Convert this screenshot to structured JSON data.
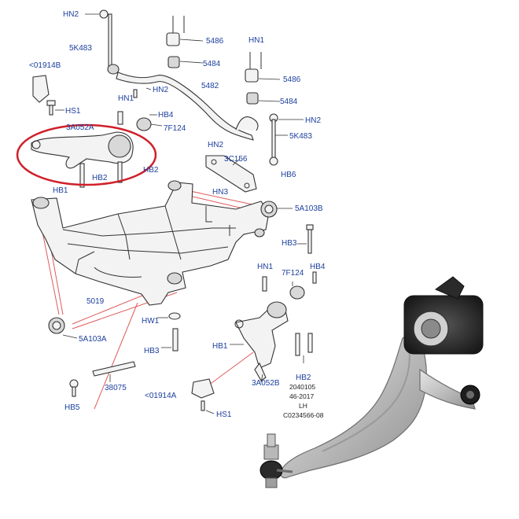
{
  "labels": {
    "hn2_top": "HN2",
    "sk483_l": "5K483",
    "p01914b": "<01914B",
    "hs1_l": "HS1",
    "hn1_a": "HN1",
    "hb4_a": "HB4",
    "f124_a": "7F124",
    "hn2_mid": "HN2",
    "a052a": "3A052A",
    "hb2_a": "HB2",
    "hb1_a": "HB1",
    "hb2_b": "HB2",
    "p5486_a": "5486",
    "p5484_a": "5484",
    "p5482": "5482",
    "hn1_r": "HN1",
    "p5486_b": "5486",
    "p5484_b": "5484",
    "hn2_r": "HN2",
    "sk483_r": "5K483",
    "hn2_r2": "HN2",
    "c156": "3C156",
    "hb6": "HB6",
    "hn3": "HN3",
    "a103b": "5A103B",
    "hb3_r": "HB3",
    "hn1_c": "HN1",
    "f124_b": "7F124",
    "hb4_b": "HB4",
    "p5019": "5019",
    "a103a": "5A103A",
    "hw1": "HW1",
    "hb3_l": "HB3",
    "hb1_b": "HB1",
    "a052b": "3A052B",
    "hb2_c": "HB2",
    "p38075": "38075",
    "hb5": "HB5",
    "p01914a": "<01914A",
    "hs1_b": "HS1"
  },
  "notes": {
    "line1": "2040105",
    "line2": "46-2017",
    "line3": "LH",
    "line4": "C0234566-08"
  },
  "colors": {
    "label": "#1c3f9e",
    "highlight_ring": "#d0202a",
    "leader_red": "#e05a5a"
  }
}
